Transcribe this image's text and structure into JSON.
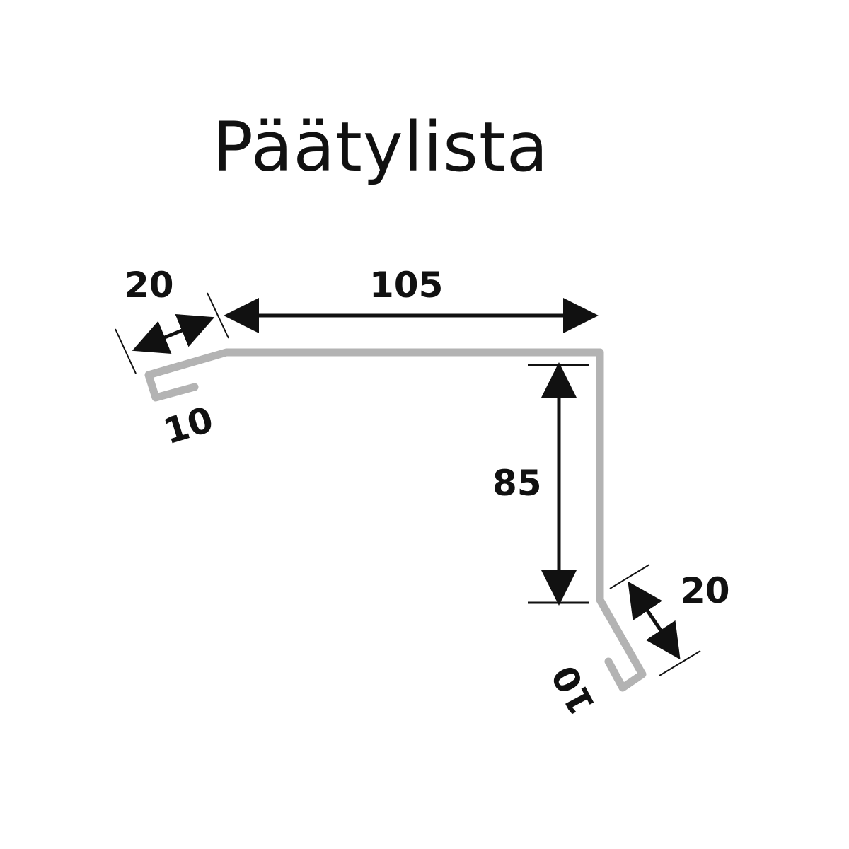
{
  "title": "Päätylista",
  "colors": {
    "profile": "#b3b3b3",
    "ink": "#111111",
    "background": "#ffffff"
  },
  "dimensions": {
    "top_flange": "20",
    "top_width": "105",
    "left_hem": "10",
    "height": "85",
    "bottom_flange": "20",
    "bottom_hem": "10"
  }
}
